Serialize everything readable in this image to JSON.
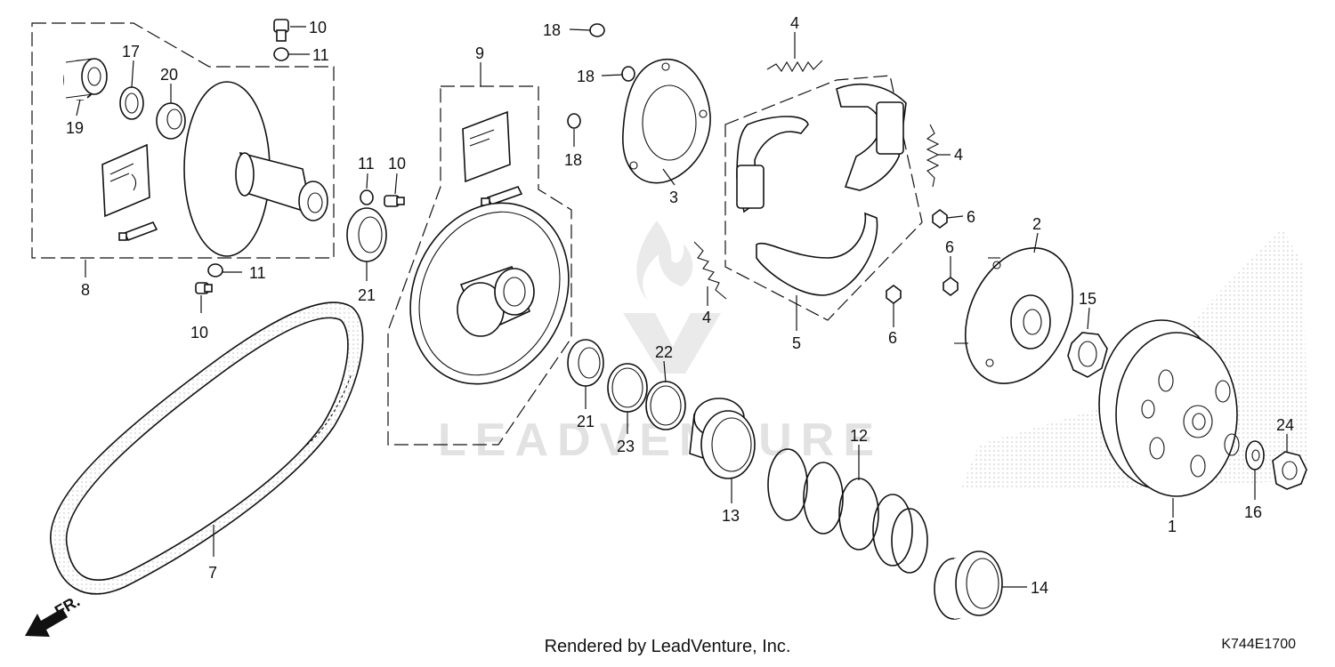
{
  "diagram": {
    "labels": [
      {
        "id": "c1",
        "text": "1"
      },
      {
        "id": "c2",
        "text": "2"
      },
      {
        "id": "c3",
        "text": "3"
      },
      {
        "id": "c4a",
        "text": "4"
      },
      {
        "id": "c4b",
        "text": "4"
      },
      {
        "id": "c4c",
        "text": "4"
      },
      {
        "id": "c5",
        "text": "5"
      },
      {
        "id": "c6a",
        "text": "6"
      },
      {
        "id": "c6b",
        "text": "6"
      },
      {
        "id": "c6c",
        "text": "6"
      },
      {
        "id": "c7",
        "text": "7"
      },
      {
        "id": "c8",
        "text": "8"
      },
      {
        "id": "c9",
        "text": "9"
      },
      {
        "id": "c10a",
        "text": "10"
      },
      {
        "id": "c10b",
        "text": "10"
      },
      {
        "id": "c10c",
        "text": "10"
      },
      {
        "id": "c11a",
        "text": "11"
      },
      {
        "id": "c11b",
        "text": "11"
      },
      {
        "id": "c11c",
        "text": "11"
      },
      {
        "id": "c12",
        "text": "12"
      },
      {
        "id": "c13",
        "text": "13"
      },
      {
        "id": "c14",
        "text": "14"
      },
      {
        "id": "c15",
        "text": "15"
      },
      {
        "id": "c16",
        "text": "16"
      },
      {
        "id": "c17",
        "text": "17"
      },
      {
        "id": "c18a",
        "text": "18"
      },
      {
        "id": "c18b",
        "text": "18"
      },
      {
        "id": "c18c",
        "text": "18"
      },
      {
        "id": "c19",
        "text": "19"
      },
      {
        "id": "c20",
        "text": "20"
      },
      {
        "id": "c21a",
        "text": "21"
      },
      {
        "id": "c21b",
        "text": "21"
      },
      {
        "id": "c22",
        "text": "22"
      },
      {
        "id": "c23",
        "text": "23"
      },
      {
        "id": "c24",
        "text": "24"
      }
    ],
    "direction_label": "FR.",
    "watermark_text": "LEADVENTURE"
  },
  "footer": {
    "rendered_by": "Rendered by LeadVenture, Inc.",
    "diagram_code": "K744E1700"
  }
}
